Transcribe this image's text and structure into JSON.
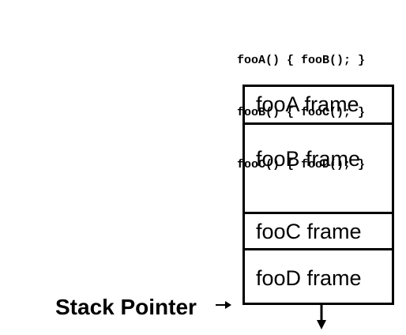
{
  "code_lines": [
    "fooA() { fooB(); }",
    "fooB() { fooC(); }",
    "fooC() { fooD(); }"
  ],
  "frames": [
    {
      "label": "fooA frame"
    },
    {
      "label": "fooB frame"
    },
    {
      "label": "fooC frame"
    },
    {
      "label": "fooD frame"
    }
  ],
  "stack_pointer_label": "Stack Pointer"
}
